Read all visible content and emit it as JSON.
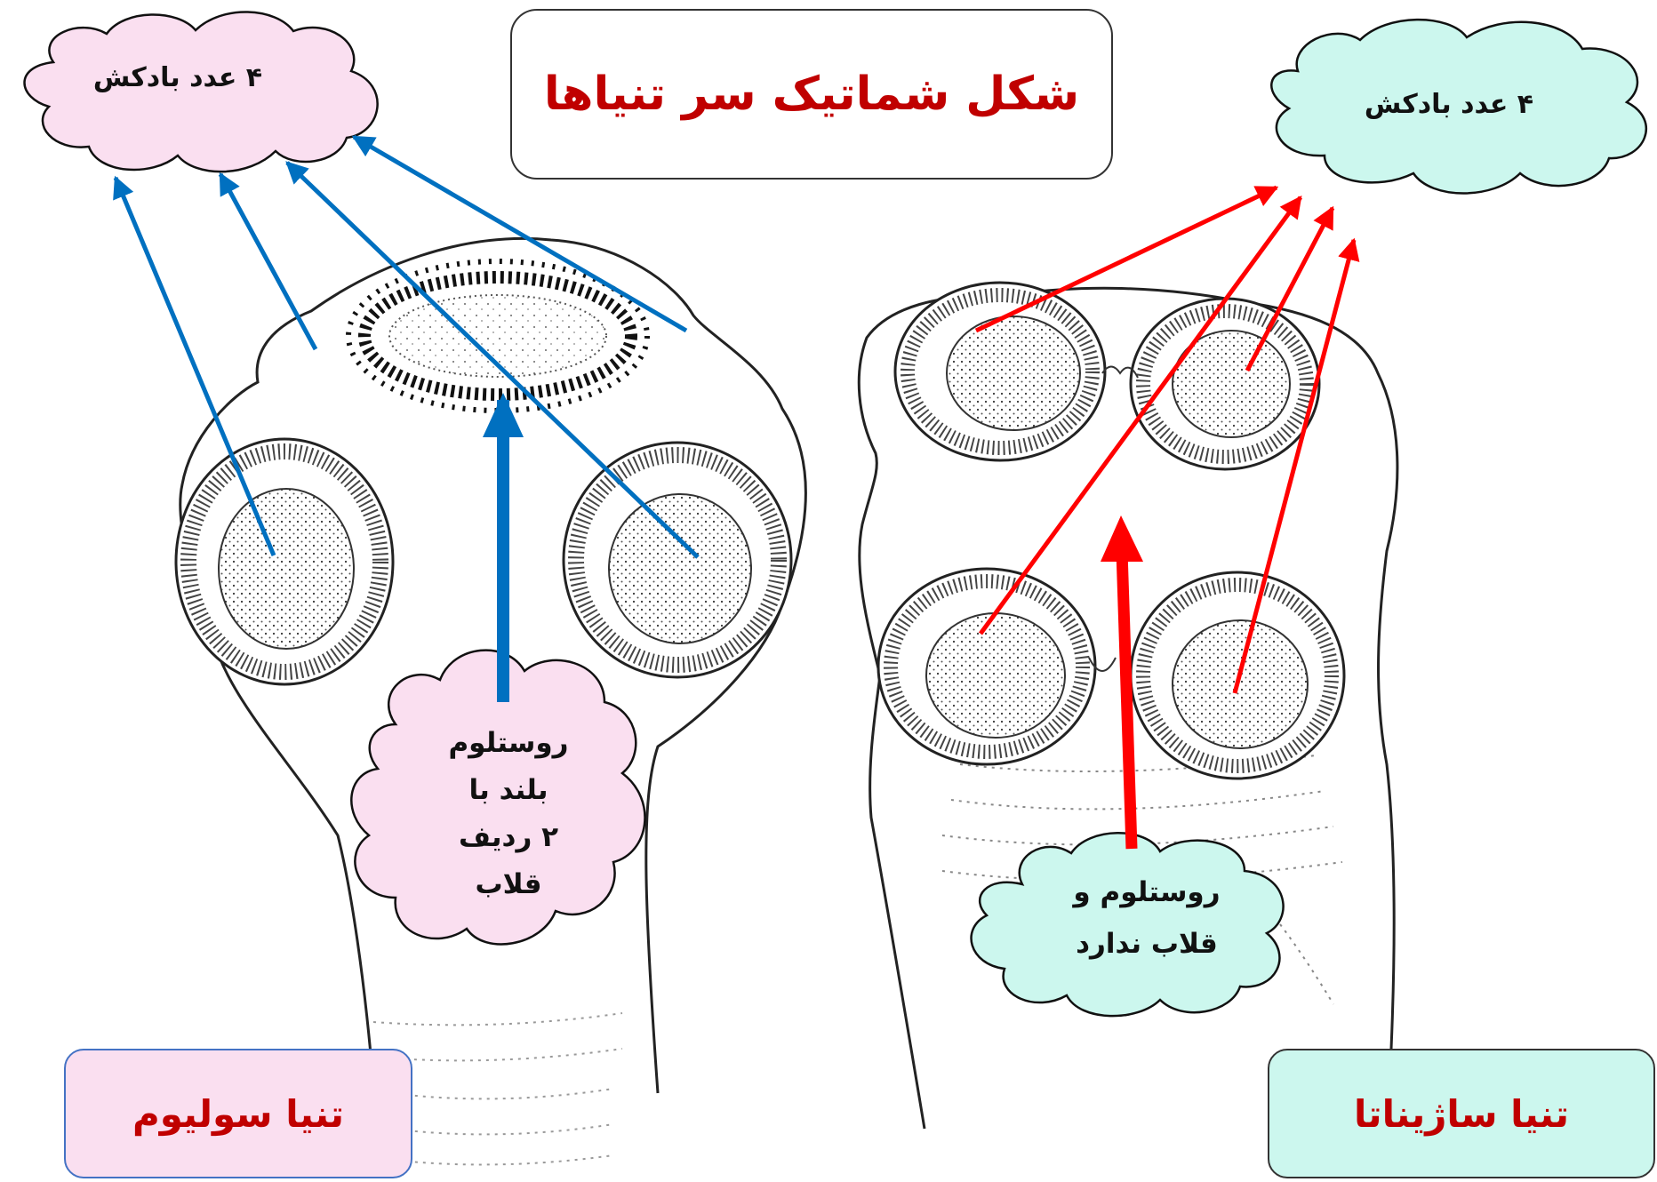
{
  "title": "شکل شماتیک سر تنیاها",
  "left_species": "تنیا سولیوم",
  "right_species": "تنیا ساژیناتا",
  "left_suckers_label": "۴ عدد بادکش",
  "right_suckers_label": "۴ عدد بادکش",
  "left_rostellum_lines": [
    "روستلوم",
    "بلند با",
    "۲ ردیف",
    "قلاب"
  ],
  "right_rostellum_lines": [
    "روستلوم و",
    "قلاب ندارد"
  ],
  "colors": {
    "title_text": "#c00000",
    "solium_arrows": "#0070c0",
    "saginata_arrows": "#ff0000",
    "pink_cloud": "#fadff0",
    "cyan_cloud": "#ccf7ee"
  }
}
